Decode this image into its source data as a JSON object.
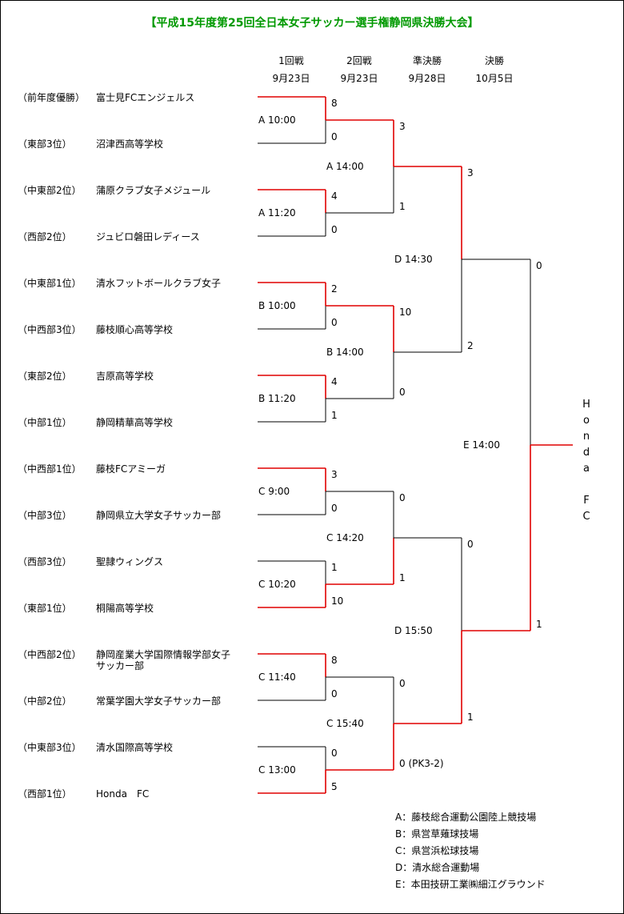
{
  "title": "【平成15年度第25回全日本女子サッカー選手権静岡県決勝大会】",
  "rounds": [
    {
      "name": "1回戦",
      "date": "9月23日"
    },
    {
      "name": "2回戦",
      "date": "9月23日"
    },
    {
      "name": "準決勝",
      "date": "9月28日"
    },
    {
      "name": "決勝",
      "date": "10月5日"
    }
  ],
  "teams": [
    {
      "seed": "（前年度優勝）",
      "name": "富士見FCエンジェルス"
    },
    {
      "seed": "（東部3位）",
      "name": "沼津西高等学校"
    },
    {
      "seed": "（中東部2位）",
      "name": "蒲原クラブ女子メジュール"
    },
    {
      "seed": "（西部2位）",
      "name": "ジュビロ磐田レディース"
    },
    {
      "seed": "（中東部1位）",
      "name": "清水フットボールクラブ女子"
    },
    {
      "seed": "（中西部3位）",
      "name": "藤枝順心高等学校"
    },
    {
      "seed": "（東部2位）",
      "name": "吉原高等学校"
    },
    {
      "seed": "（中部1位）",
      "name": "静岡精華高等学校"
    },
    {
      "seed": "（中西部1位）",
      "name": "藤枝FCアミーガ"
    },
    {
      "seed": "（中部3位）",
      "name": "静岡県立大学女子サッカー部"
    },
    {
      "seed": "（西部3位）",
      "name": "聖隷ウィングス"
    },
    {
      "seed": "（東部1位）",
      "name": "桐陽高等学校"
    },
    {
      "seed": "（中西部2位）",
      "name": "静岡産業大学国際情報学部女子\nサッカー部"
    },
    {
      "seed": "（中部2位）",
      "name": "常葉学園大学女子サッカー部"
    },
    {
      "seed": "（中東部3位）",
      "name": "清水国際高等学校"
    },
    {
      "seed": "（西部1位）",
      "name": "Honda　FC"
    }
  ],
  "matches": [
    {
      "round": 1,
      "label": "A 10:00",
      "score_top": "8",
      "score_bottom": "0",
      "winner": "top"
    },
    {
      "round": 1,
      "label": "A 11:20",
      "score_top": "4",
      "score_bottom": "0",
      "winner": "top"
    },
    {
      "round": 1,
      "label": "B 10:00",
      "score_top": "2",
      "score_bottom": "0",
      "winner": "top"
    },
    {
      "round": 1,
      "label": "B 11:20",
      "score_top": "4",
      "score_bottom": "1",
      "winner": "top"
    },
    {
      "round": 1,
      "label": "C  9:00",
      "score_top": "3",
      "score_bottom": "0",
      "winner": "top"
    },
    {
      "round": 1,
      "label": "C 10:20",
      "score_top": "1",
      "score_bottom": "10",
      "winner": "bottom"
    },
    {
      "round": 1,
      "label": "C 11:40",
      "score_top": "8",
      "score_bottom": "0",
      "winner": "top"
    },
    {
      "round": 1,
      "label": "C 13:00",
      "score_top": "0",
      "score_bottom": "5",
      "winner": "bottom"
    },
    {
      "round": 2,
      "label": "A 14:00",
      "score_top": "3",
      "score_bottom": "1",
      "winner": "top"
    },
    {
      "round": 2,
      "label": "B 14:00",
      "score_top": "10",
      "score_bottom": "0",
      "winner": "top"
    },
    {
      "round": 2,
      "label": "C 14:20",
      "score_top": "0",
      "score_bottom": "1",
      "winner": "bottom"
    },
    {
      "round": 2,
      "label": "C 15:40",
      "score_top": "0",
      "score_bottom": "0 (PK3-2)",
      "winner": "bottom"
    },
    {
      "round": 3,
      "label": "D 14:30",
      "score_top": "3",
      "score_bottom": "2",
      "winner": "top"
    },
    {
      "round": 3,
      "label": "D 15:50",
      "score_top": "0",
      "score_bottom": "1",
      "winner": "bottom"
    },
    {
      "round": 4,
      "label": "E 14:00",
      "score_top": "0",
      "score_bottom": "1",
      "winner": "bottom"
    }
  ],
  "champion": "Honda FC",
  "venues": [
    "A：藤枝総合運動公園陸上競技場",
    "B：県営草薙球技場",
    "C：県営浜松球技場",
    "D：清水総合運動場",
    "E：本田技研工業㈱細江グラウンド"
  ],
  "colors": {
    "title": "#009900",
    "winner_line": "#e00000",
    "loser_line": "#000000"
  }
}
